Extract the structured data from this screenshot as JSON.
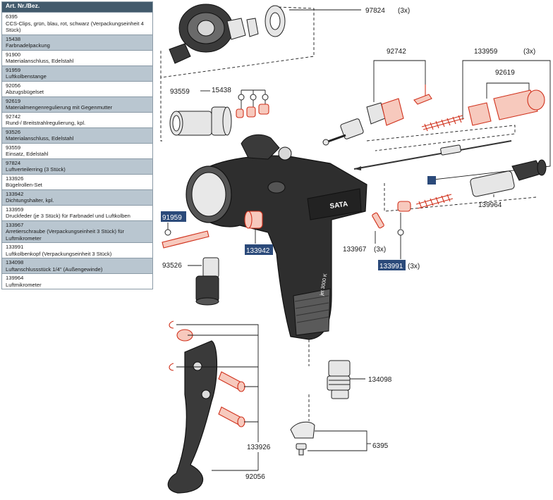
{
  "table": {
    "header": "Art. Nr./Bez.",
    "rows": [
      {
        "nr": "6395",
        "desc": "CCS-Clips, grün, blau, rot, schwarz (Verpackungseinheit 4 Stück)"
      },
      {
        "nr": "15438",
        "desc": "Farbnadelpackung"
      },
      {
        "nr": "91900",
        "desc": "Materialanschluss, Edelstahl"
      },
      {
        "nr": "91959",
        "desc": "Luftkolbenstange"
      },
      {
        "nr": "92056",
        "desc": "Abzugsbügelset"
      },
      {
        "nr": "92619",
        "desc": "Materialmengenregulierung mit Gegenmutter"
      },
      {
        "nr": "92742",
        "desc": "Rund-/ Breitstrahlregulierung, kpl."
      },
      {
        "nr": "93526",
        "desc": "Materialanschluss, Edelstahl"
      },
      {
        "nr": "93559",
        "desc": "Einsatz, Edelstahl"
      },
      {
        "nr": "97824",
        "desc": "Luftverteilerring (3 Stück)"
      },
      {
        "nr": "133926",
        "desc": "Bügelrollen-Set"
      },
      {
        "nr": "133942",
        "desc": "Dichtungshalter, kpl."
      },
      {
        "nr": "133959",
        "desc": "Druckfeder (je 3 Stück) für Farbnadel und Luftkolben"
      },
      {
        "nr": "133967",
        "desc": "Arretierschraube (Verpackungseinheit 3 Stück) für Luftmikrometer"
      },
      {
        "nr": "133991",
        "desc": "Luftkolbenkopf (Verpackungseinheit 3 Stück)"
      },
      {
        "nr": "134098",
        "desc": "Luftanschlussstück 1/4\" (Außengewinde)"
      },
      {
        "nr": "139964",
        "desc": "Luftmikrometer"
      }
    ]
  },
  "labels": {
    "l97824": "97824",
    "l97824_qty": "(3x)",
    "l92742": "92742",
    "l133959": "133959",
    "l133959_qty": "(3x)",
    "l92619": "92619",
    "l93559": "93559",
    "l15438": "15438",
    "l139964": "139964",
    "l91959": "91959",
    "l133942": "133942",
    "l133967": "133967",
    "l133967_qty": "(3x)",
    "l133991": "133991",
    "l133991_qty": "(3x)",
    "l93526": "93526",
    "l134098": "134098",
    "l6395": "6395",
    "l133926": "133926",
    "l92056": "92056",
    "gun_brand": "SATA",
    "gun_model": "jet 3000 K"
  },
  "colors": {
    "accent_box": "#2b4a7a",
    "highlight_red": "#d0311c",
    "table_header": "#425a6c",
    "table_alt_row": "#b9c6d0"
  }
}
